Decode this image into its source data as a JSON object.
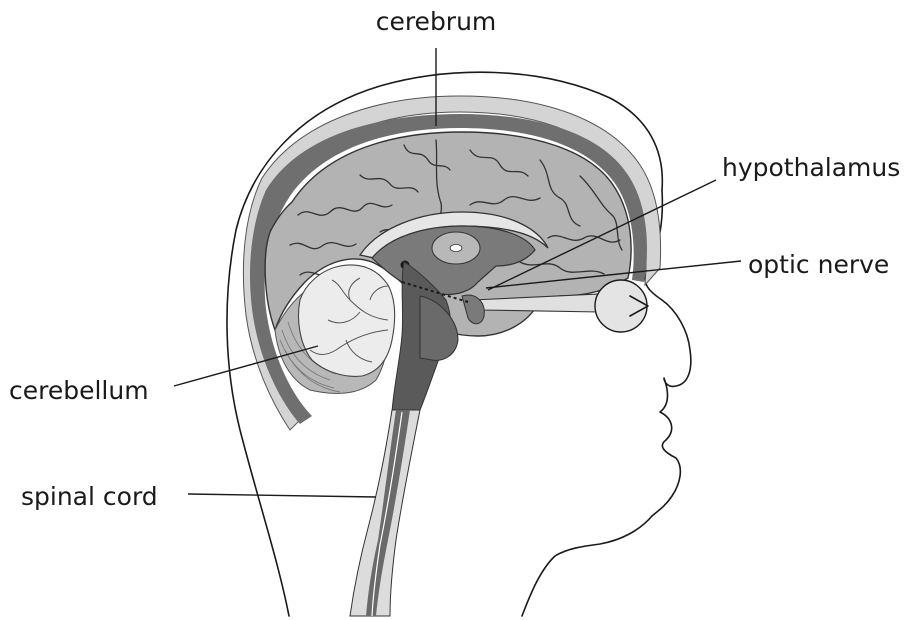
{
  "labels": {
    "cerebrum": "cerebrum",
    "hypothalamus": "hypothalamus",
    "optic_nerve": "optic nerve",
    "cerebellum": "cerebellum",
    "spinal_cord": "spinal cord"
  },
  "colors": {
    "skull_band": "#d4d4d4",
    "dark_layer": "#6f6f6f",
    "brain": "#b3b3b3",
    "cerebellum_white": "#e8e8e8",
    "brainstem": "#5a5a5a",
    "spinal_light": "#dcdcdc",
    "line": "#1a1a1a"
  }
}
